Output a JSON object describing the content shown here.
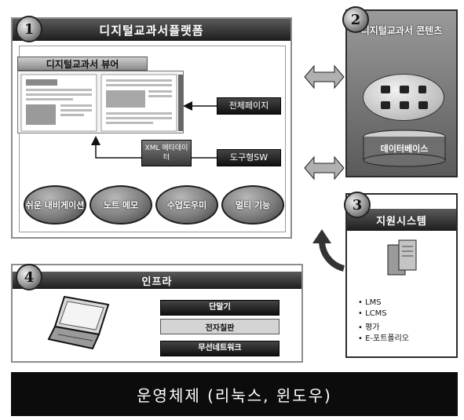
{
  "section1": {
    "number": "1",
    "title": "디지털교과서플랫폼",
    "book_title": "디지털교과서 뷰어",
    "full_page_btn": "전체페이지",
    "tool_btn": "도구형SW",
    "xml_box": "XML 메타데이터",
    "ovals": [
      "쉬운 내비게이션",
      "노트 메모",
      "수업도우미",
      "멀티 기능"
    ]
  },
  "section2": {
    "number": "2",
    "title": "디지털교과서 콘텐츠",
    "db_label": "데이터베이스"
  },
  "section3": {
    "number": "3",
    "title": "지원시스템",
    "items": [
      "LMS",
      "LCMS",
      "평가",
      "E-포트폴리오"
    ]
  },
  "section4": {
    "number": "4",
    "title": "인프라",
    "bars": [
      "단말기",
      "전자칠판",
      "무선네트워크"
    ]
  },
  "footer": {
    "os_label": "운영체제 (리눅스, 윈도우)"
  }
}
